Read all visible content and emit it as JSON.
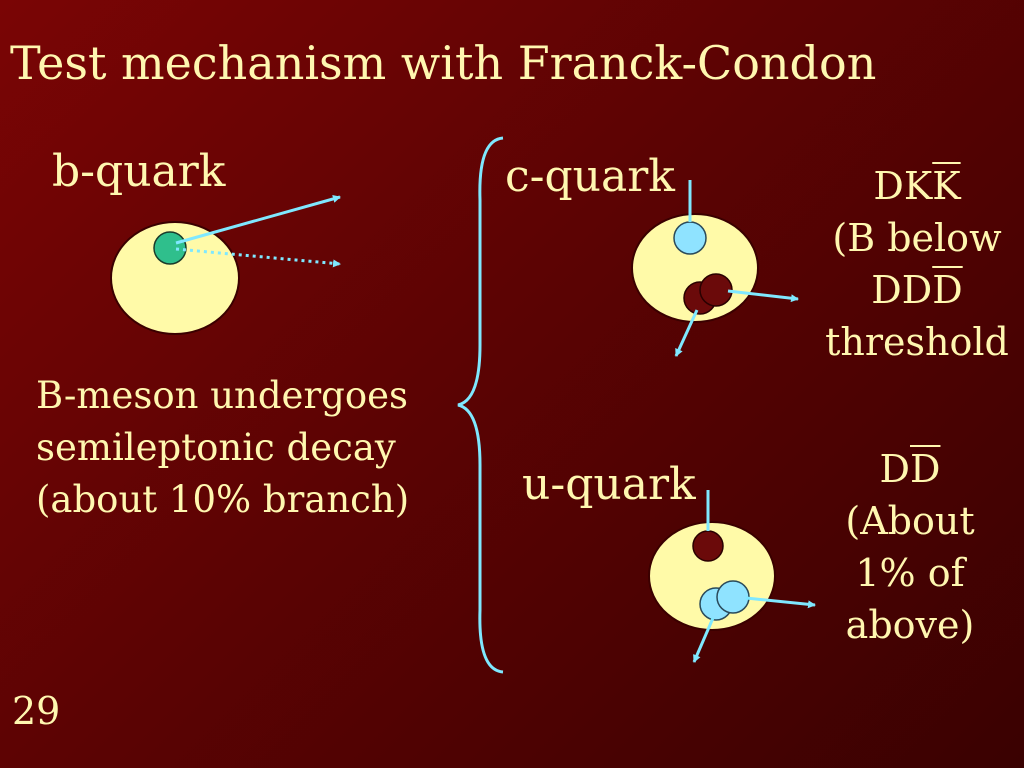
{
  "slide": {
    "title": "Test mechanism with Franck-Condon",
    "slide_number": "29"
  },
  "left": {
    "label": "b-quark",
    "description": [
      "B-meson undergoes",
      "semileptonic decay",
      "(about 10% branch)"
    ]
  },
  "top": {
    "label": "c-quark",
    "result_D": "DK",
    "result_Kbar": "K",
    "note_line1": "(B below",
    "note_line2_DD": "DD",
    "note_line2_Dbar": "D",
    "note_line3": "threshold"
  },
  "bottom": {
    "label": "u-quark",
    "result_D": "D",
    "result_Dbar": "D",
    "note_lines": [
      "(About",
      "1% of",
      "above)"
    ]
  },
  "colors": {
    "background": "#6b0404",
    "text": "#fff7b0",
    "meson": "#fffaa8",
    "arrow": "#7fe8ff",
    "b_quark": "#2fbf8c",
    "light_quark": "#8fe3ff",
    "dark_quark": "#6b0a0a"
  }
}
